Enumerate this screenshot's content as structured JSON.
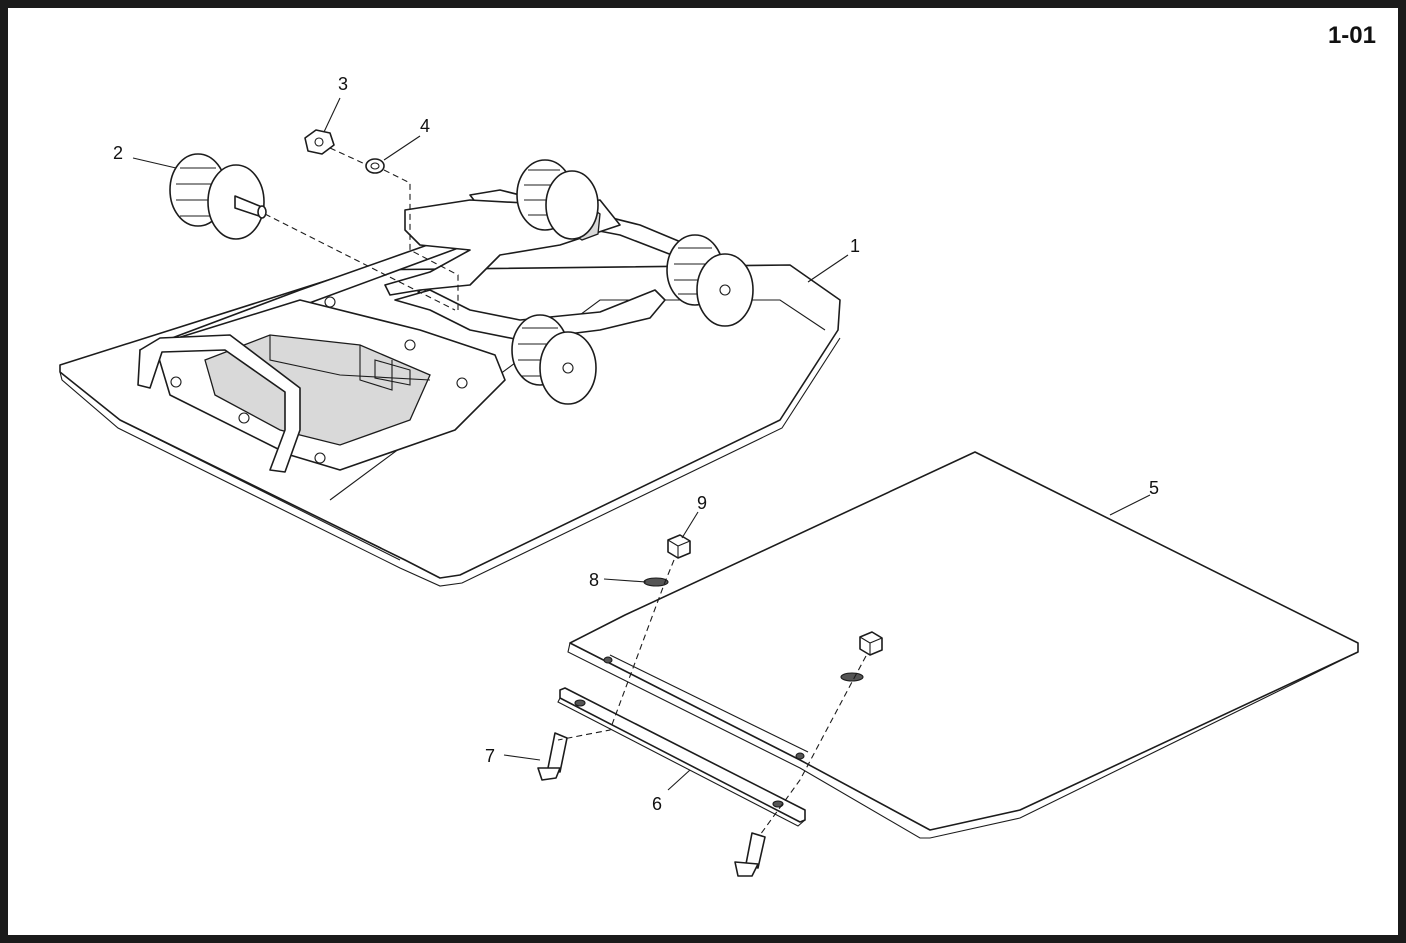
{
  "sheet": {
    "number": "1-01"
  },
  "callouts": [
    "1",
    "2",
    "3",
    "4",
    "5",
    "6",
    "7",
    "8",
    "9"
  ]
}
